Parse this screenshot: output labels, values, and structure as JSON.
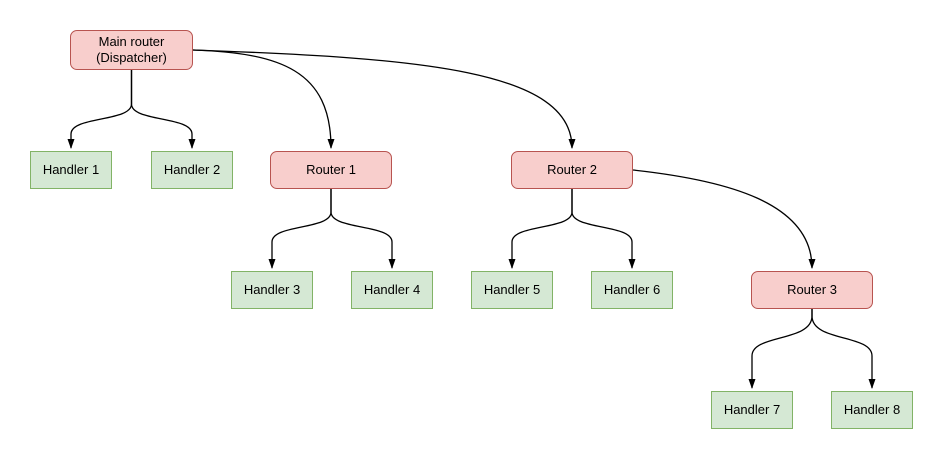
{
  "diagram": {
    "colors": {
      "background": "#ffffff",
      "router_fill": "#f8cecc",
      "router_border": "#b85450",
      "handler_fill": "#d5e8d4",
      "handler_border": "#82b366",
      "edge": "#000000",
      "text": "#000000"
    },
    "nodes": [
      {
        "id": "main-router",
        "label": "Main router\n(Dispatcher)",
        "type": "router"
      },
      {
        "id": "handler-1",
        "label": "Handler 1",
        "type": "handler"
      },
      {
        "id": "handler-2",
        "label": "Handler 2",
        "type": "handler"
      },
      {
        "id": "router-1",
        "label": "Router 1",
        "type": "router"
      },
      {
        "id": "router-2",
        "label": "Router 2",
        "type": "router"
      },
      {
        "id": "handler-3",
        "label": "Handler 3",
        "type": "handler"
      },
      {
        "id": "handler-4",
        "label": "Handler 4",
        "type": "handler"
      },
      {
        "id": "handler-5",
        "label": "Handler 5",
        "type": "handler"
      },
      {
        "id": "handler-6",
        "label": "Handler 6",
        "type": "handler"
      },
      {
        "id": "router-3",
        "label": "Router 3",
        "type": "router"
      },
      {
        "id": "handler-7",
        "label": "Handler 7",
        "type": "handler"
      },
      {
        "id": "handler-8",
        "label": "Handler 8",
        "type": "handler"
      }
    ],
    "edges": [
      {
        "from": "main-router",
        "to": "handler-1"
      },
      {
        "from": "main-router",
        "to": "handler-2"
      },
      {
        "from": "main-router",
        "to": "router-1"
      },
      {
        "from": "main-router",
        "to": "router-2"
      },
      {
        "from": "router-1",
        "to": "handler-3"
      },
      {
        "from": "router-1",
        "to": "handler-4"
      },
      {
        "from": "router-2",
        "to": "handler-5"
      },
      {
        "from": "router-2",
        "to": "handler-6"
      },
      {
        "from": "router-2",
        "to": "router-3"
      },
      {
        "from": "router-3",
        "to": "handler-7"
      },
      {
        "from": "router-3",
        "to": "handler-8"
      }
    ]
  }
}
